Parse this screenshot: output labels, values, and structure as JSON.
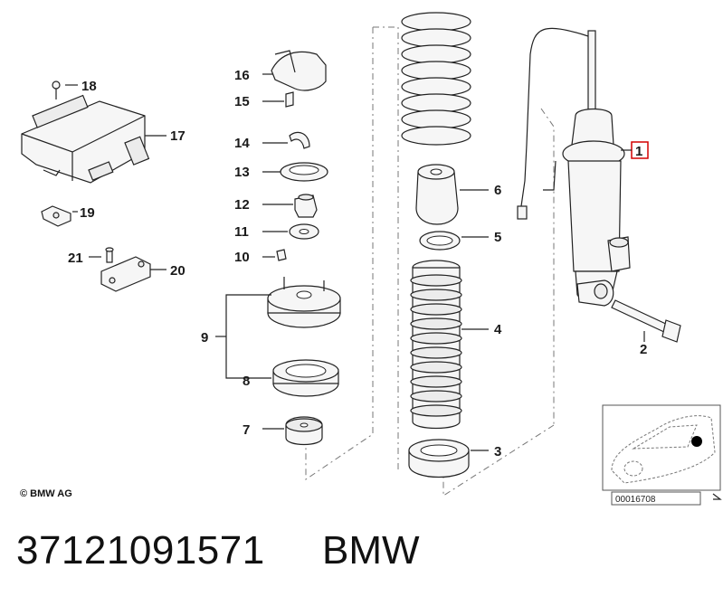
{
  "diagram": {
    "callouts": [
      "1",
      "2",
      "3",
      "4",
      "5",
      "6",
      "7",
      "8",
      "9",
      "10",
      "11",
      "12",
      "13",
      "14",
      "15",
      "16",
      "17",
      "18",
      "19",
      "20",
      "21"
    ],
    "highlighted_callout": "1",
    "highlight_color": "#d40000",
    "inset_code": "00016708"
  },
  "footer": {
    "copyright": "© BMW AG",
    "part_number": "37121091571",
    "brand": "BMW"
  }
}
